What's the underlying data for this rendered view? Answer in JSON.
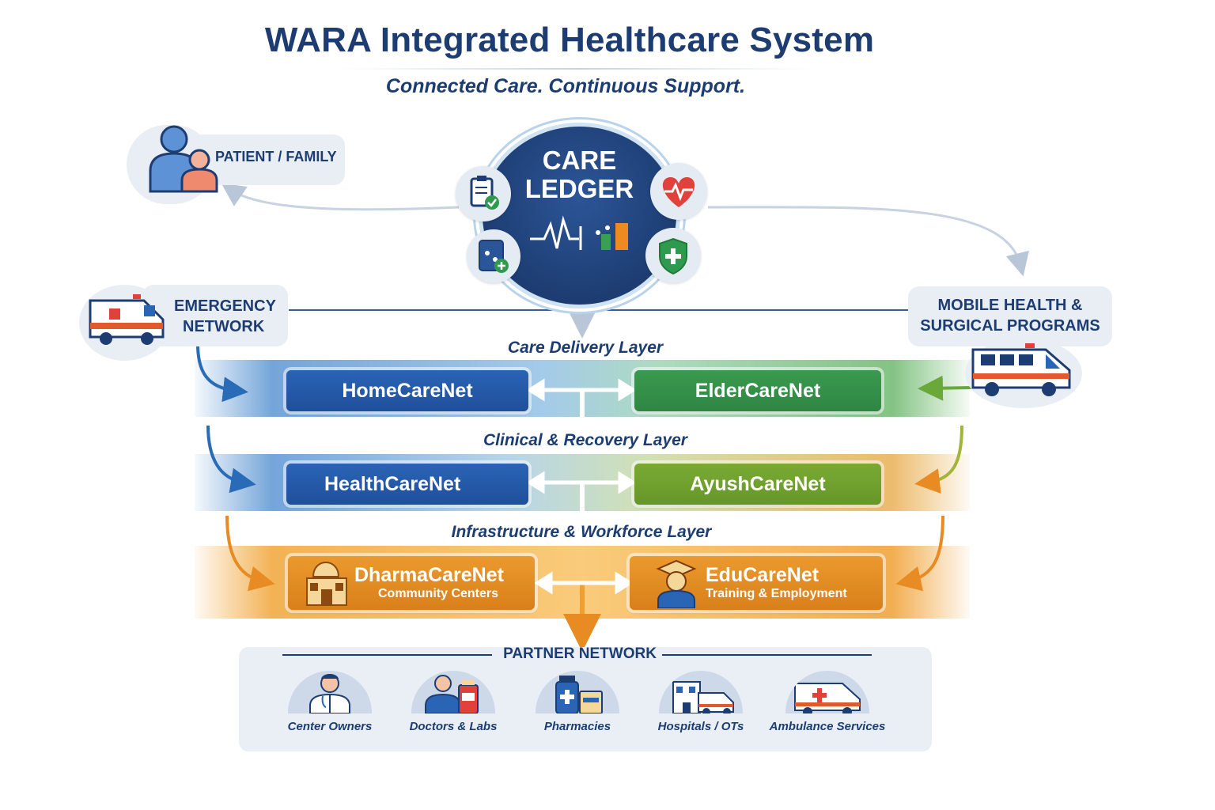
{
  "header": {
    "title": "WARA Integrated Healthcare System",
    "subtitle": "Connected Care. Continuous Support."
  },
  "hub": {
    "line1": "CARE",
    "line2": "LEDGER"
  },
  "side_nodes": {
    "patient": "PATIENT / FAMILY",
    "emergency_line1": "EMERGENCY",
    "emergency_line2": "NETWORK",
    "mobile_line1": "MOBILE HEALTH &",
    "mobile_line2": "SURGICAL PROGRAMS"
  },
  "layers": {
    "care_delivery": "Care Delivery Layer",
    "clinical_recovery": "Clinical & Recovery Layer",
    "infrastructure": "Infrastructure & Workforce Layer"
  },
  "networks": {
    "homecare": "HomeCareNet",
    "eldercare": "ElderCareNet",
    "healthcare": "HealthCareNet",
    "ayushcare": "AyushCareNet",
    "dharmacare": "DharmaCareNet",
    "dharmacare_sub": "Community Centers",
    "educare": "EduCareNet",
    "educare_sub": "Training & Employment"
  },
  "partner_network": {
    "title": "PARTNER NETWORK",
    "items": [
      {
        "label": "Center Owners",
        "icon": "doctor-icon"
      },
      {
        "label": "Doctors & Labs",
        "icon": "lab-icon"
      },
      {
        "label": "Pharmacies",
        "icon": "pharmacy-icon"
      },
      {
        "label": "Hospitals / OTs",
        "icon": "hospital-icon"
      },
      {
        "label": "Ambulance Services",
        "icon": "ambulance-icon"
      }
    ]
  },
  "colors": {
    "navy": "#1d3d72",
    "blue": "#2a64b4",
    "green": "#3a9a4e",
    "lime": "#7aaa34",
    "orange": "#e88b22",
    "red": "#e0413a"
  }
}
